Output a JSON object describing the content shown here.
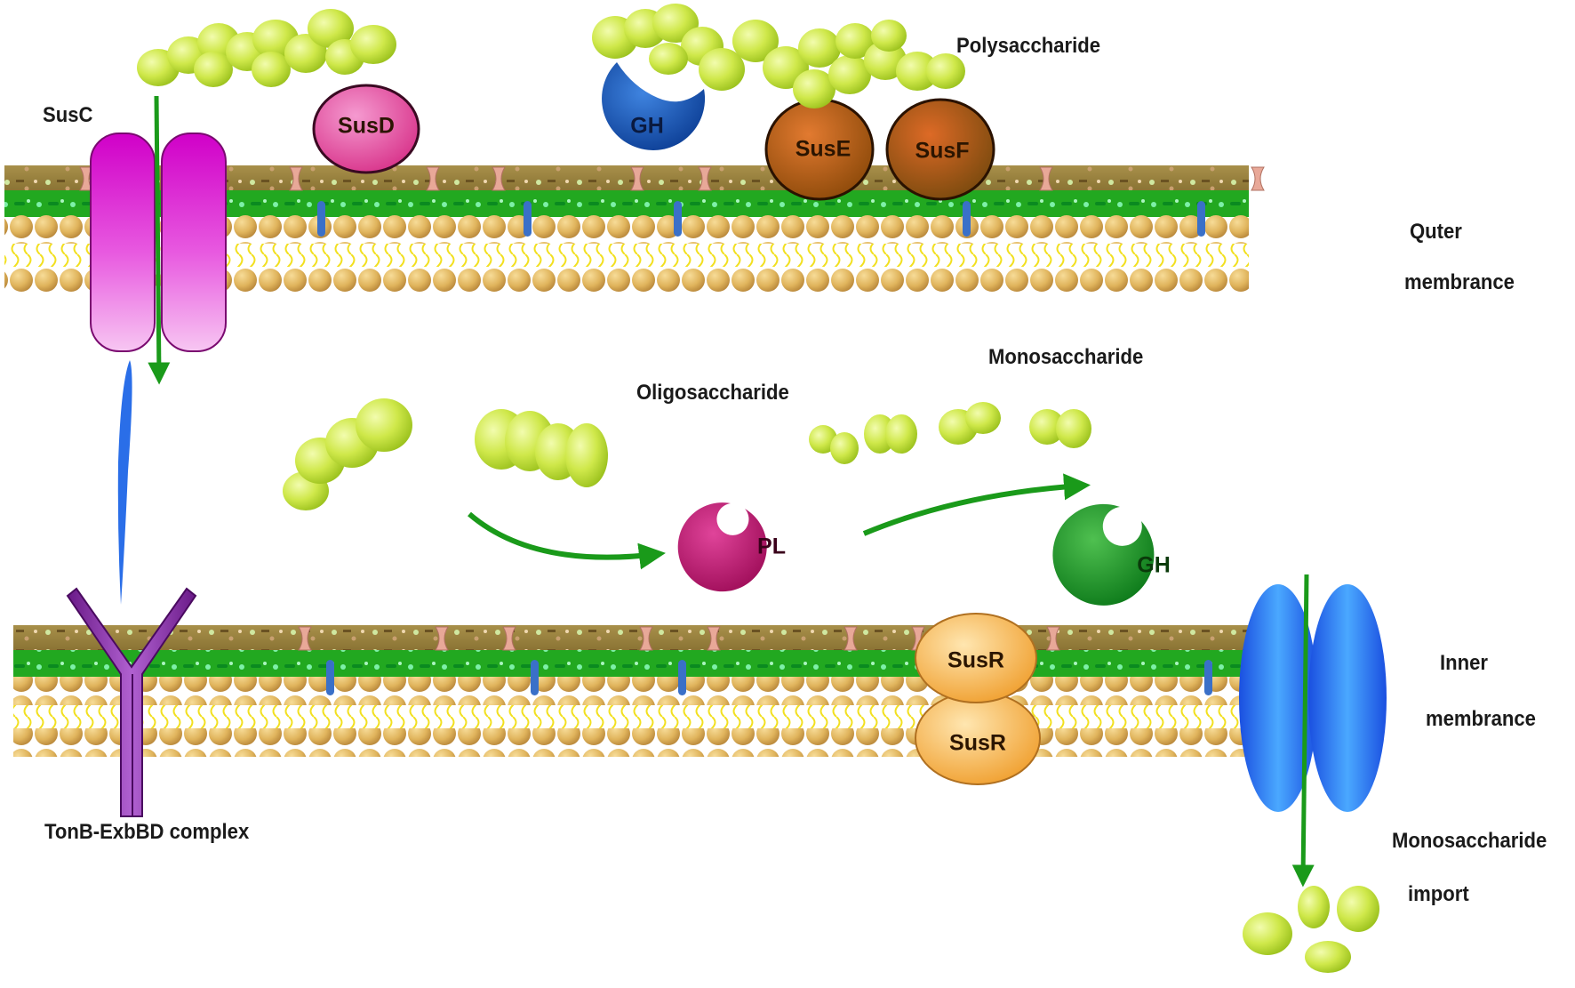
{
  "labels": {
    "polysaccharide": "Polysaccharide",
    "susc": "SusC",
    "outer_membrane_1": "Quter",
    "outer_membrane_2": "membrance",
    "monosaccharide": "Monosaccharide",
    "oligosaccharide": "Oligosaccharide",
    "inner_membrane_1": "Inner",
    "inner_membrane_2": "membrance",
    "tonb_complex": "TonB-ExbBD complex",
    "mono_import_1": "Monosaccharide",
    "mono_import_2": "import"
  },
  "proteins": {
    "susd": "SusD",
    "gh_outer": "GH",
    "suse": "SusE",
    "susf": "SusF",
    "pl": "PL",
    "gh_inner": "GH",
    "susr_top": "SusR",
    "susr_bottom": "SusR"
  },
  "colors": {
    "sugar": "#c4e23e",
    "susc": "#e040d0",
    "susd": "#e0409a",
    "gh_outer": "#1252b0",
    "suse": "#c8550f",
    "susf": "#c8550f",
    "pl": "#c0156e",
    "gh_inner": "#1a9a2a",
    "susr": "#f5b450",
    "tonb": "#8a2aa8",
    "transporter": "#2878f0",
    "arrow": "#1a9a1a",
    "lipid_head": "#e0b45c"
  }
}
